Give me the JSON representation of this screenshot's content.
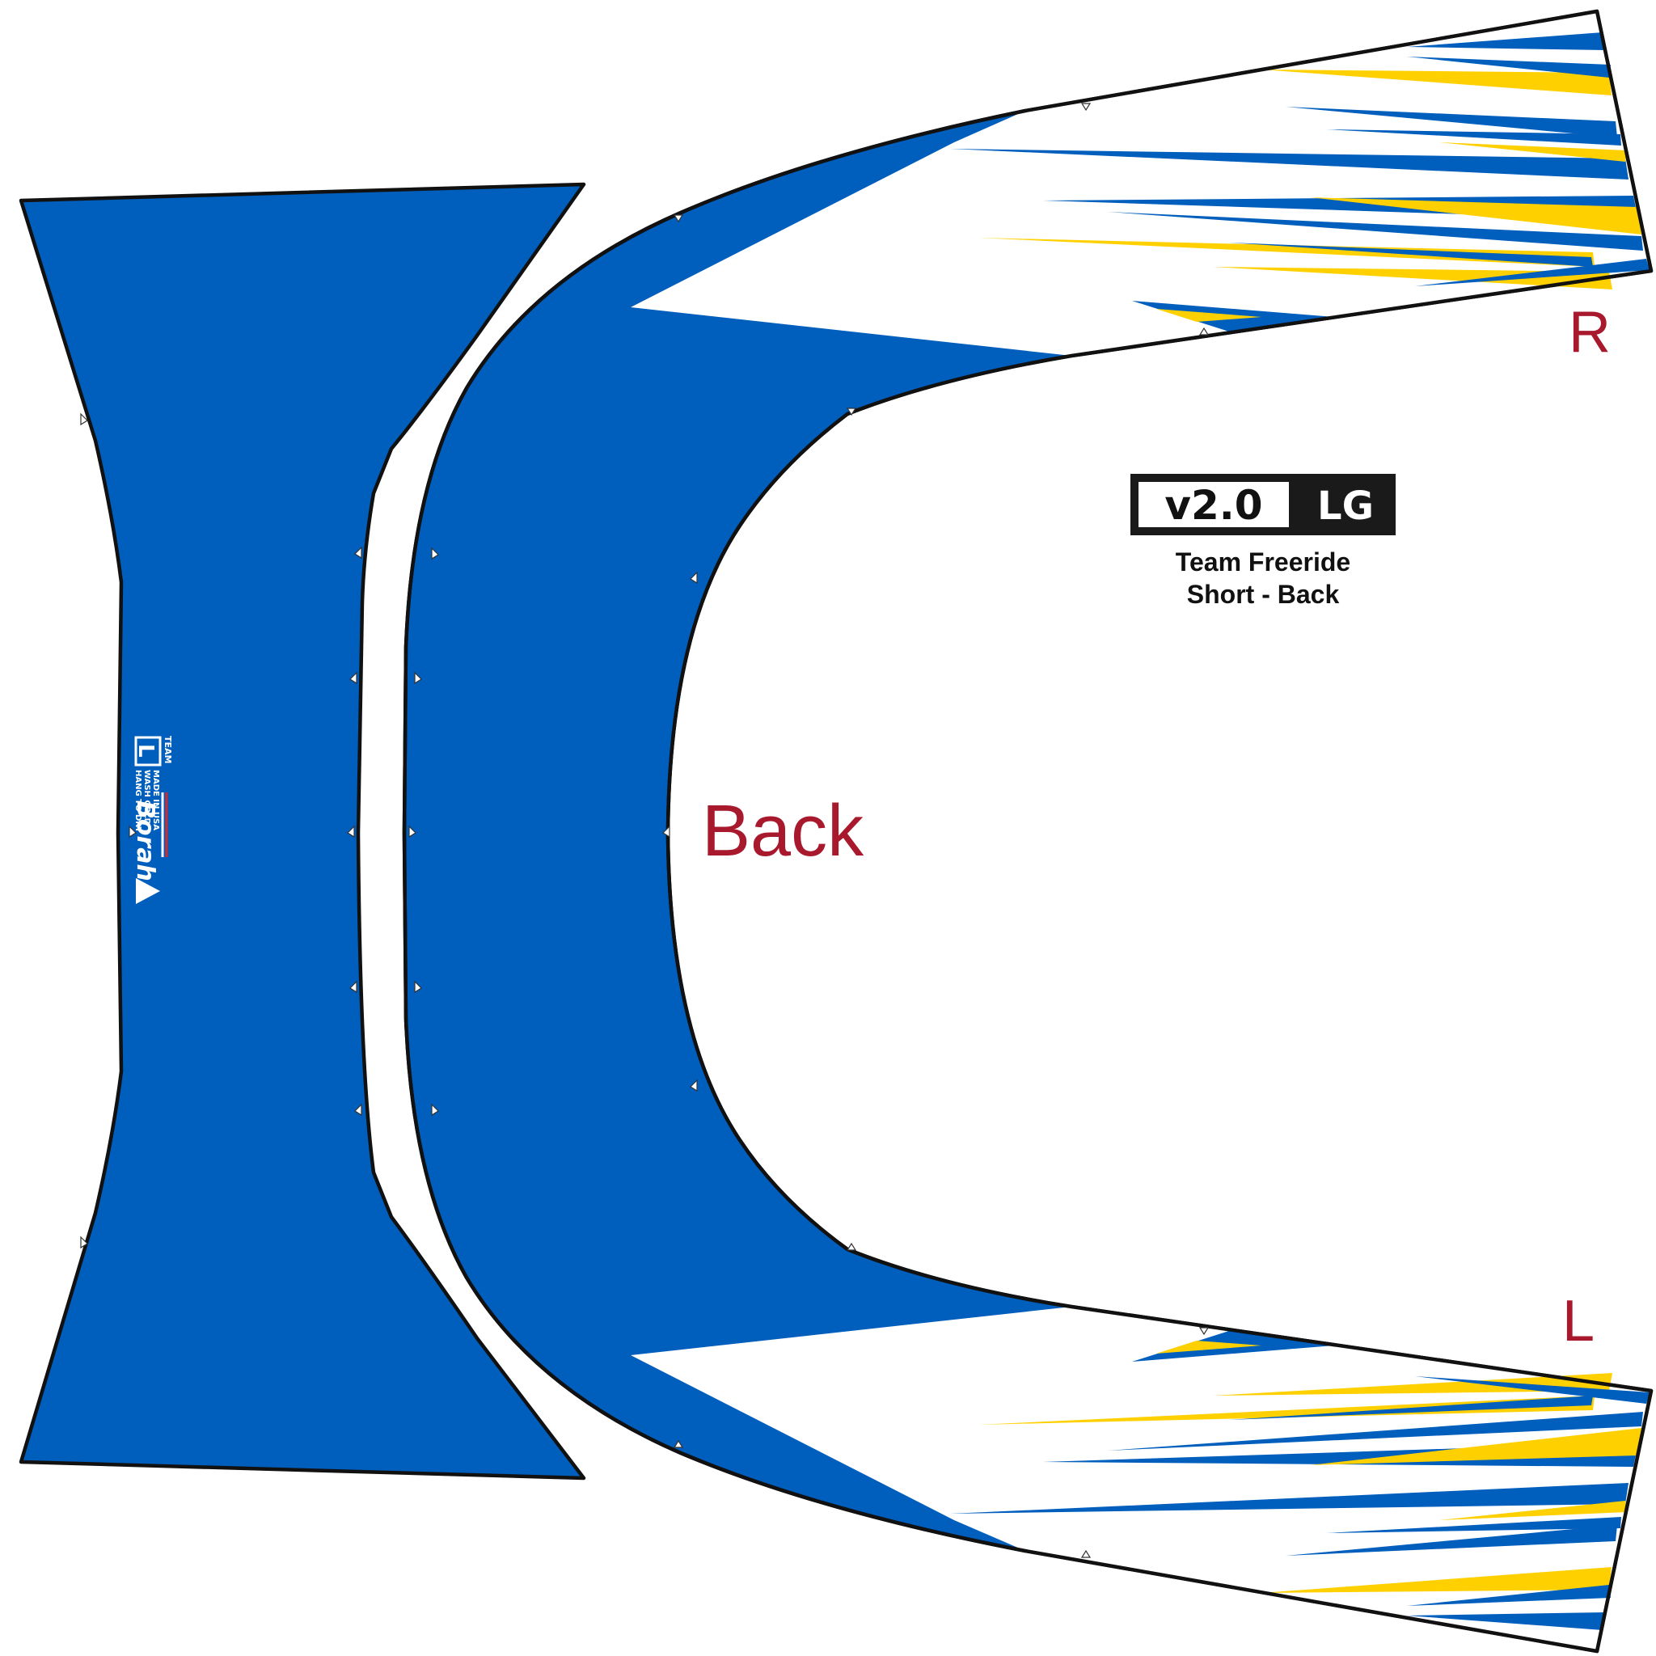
{
  "colors": {
    "panel_blue": "#005EBD",
    "stripe_yellow": "#FFD000",
    "label_red": "#A8192E",
    "outline": "#111111",
    "background": "#FFFFFF"
  },
  "labels": {
    "back": "Back",
    "right": "R",
    "left": "L"
  },
  "badge": {
    "version": "v2.0",
    "size": "LG",
    "line1": "Team Freeride",
    "line2": "Short - Back"
  },
  "brand_tag": {
    "team": "TEAM",
    "initial": "L",
    "line1": "MADE IN USA",
    "line2": "WASH COLD",
    "line3": "HANG TO DRY",
    "logo": "Borah",
    "logo_icon": "mountain-icon"
  }
}
